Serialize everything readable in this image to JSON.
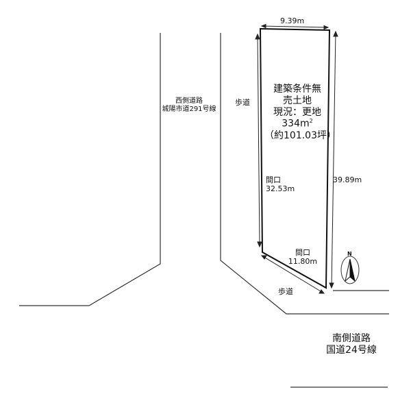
{
  "plot": {
    "title_line1": "建築条件無",
    "title_line2": "売土地",
    "status": "現況：更地",
    "area_value": "334m",
    "area_sup": "2",
    "area_tsubo": "（約101.03坪）"
  },
  "dimensions": {
    "top_width": "9.39m",
    "right_side": "39.89m",
    "left_frontage_label": "間口",
    "left_frontage_value": "32.53m",
    "bottom_frontage_label": "間口",
    "bottom_frontage_value": "11.80m"
  },
  "roads": {
    "west_road_line1": "西側道路",
    "west_road_line2": "城陽市道291号線",
    "sidewalk_left": "歩道",
    "sidewalk_bottom": "歩道",
    "south_road_line1": "南側道路",
    "south_road_line2": "国道24号線"
  },
  "compass": {
    "north_letter": "N"
  }
}
